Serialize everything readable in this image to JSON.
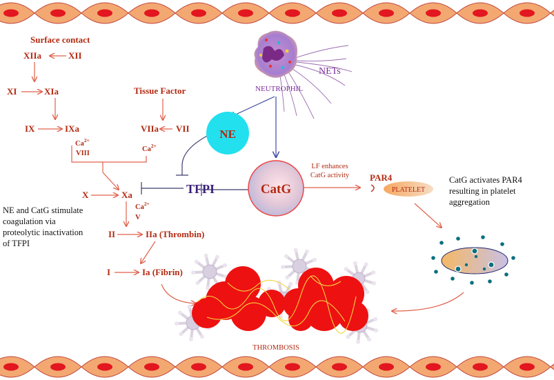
{
  "cascade": {
    "surface_contact": "Surface contact",
    "xiia": "XIIa",
    "xii": "XII",
    "xi": "XI",
    "xia": "XIa",
    "tissue_factor": "Tissue Factor",
    "ix": "IX",
    "ixa": "IXa",
    "viia": "VIIa",
    "vii": "VII",
    "ca_left": "Ca",
    "ca_left_sup": "2+",
    "viii": "VIII",
    "ca_right": "Ca",
    "ca_right_sup": "2+",
    "x": "X",
    "xa": "Xa",
    "ca_lower": "Ca",
    "ca_lower_sup": "2+",
    "v": "V",
    "ii": "II",
    "iia": "IIa (Thrombin)",
    "i": "I",
    "ia": "Ia (Fibrin)"
  },
  "labels": {
    "tfpi": "TFPI",
    "ne": "NE",
    "catg": "CatG",
    "neutrophil": "NEUTROPHIL",
    "nets": "NETs",
    "lf_line1": "LF enhances",
    "lf_line2": "CatG activity",
    "par4": "PAR4",
    "platelet": "PLATELET",
    "thrombosis": "THROMBOSIS"
  },
  "notes": {
    "left": [
      "NE and CatG stimulate",
      "coagulation via",
      "proteolytic inactivation",
      "of TFPI"
    ],
    "right": [
      "CatG activates PAR4",
      "resulting in platelet",
      "aggregation"
    ]
  },
  "colors": {
    "cascade_text": "#b22a12",
    "arrow": "#e0604a",
    "ne_fill": "#22e0ee",
    "tfpi": "#3a1f78",
    "purple": "#7a2a9a",
    "clot_red": "#ee1111",
    "cell_fill": "#f3a872",
    "cell_nucleus": "#e2171f"
  }
}
